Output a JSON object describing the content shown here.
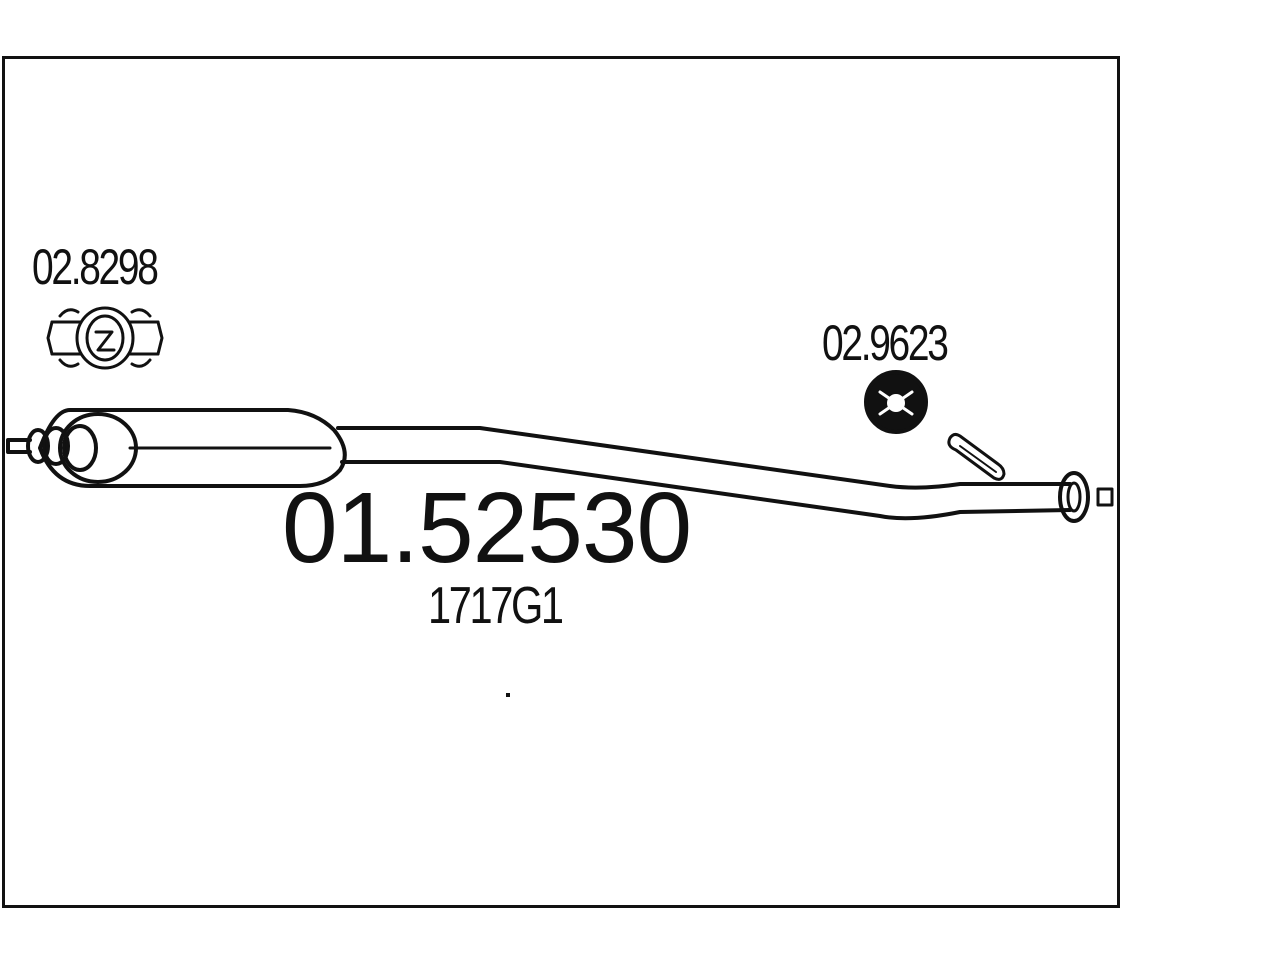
{
  "parts": {
    "main_part_number": "01.52530",
    "reference_code": "1717G1",
    "clamp_part_number": "02.8298",
    "hanger_part_number": "02.9623"
  },
  "colors": {
    "line": "#111111",
    "background": "#ffffff"
  },
  "icons": {
    "clamp": "exhaust-clamp-icon",
    "hanger": "rubber-hanger-icon",
    "bracket": "mounting-bracket-icon"
  }
}
